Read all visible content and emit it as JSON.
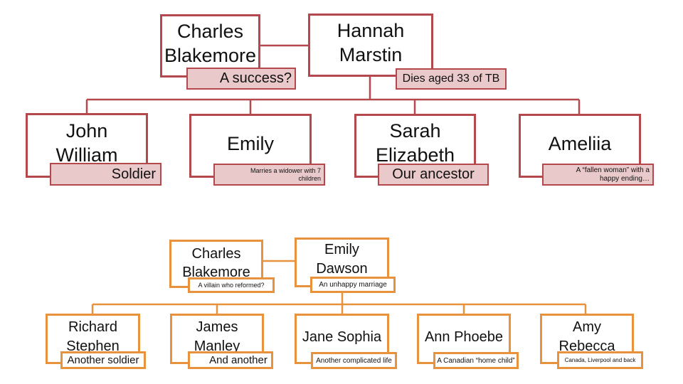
{
  "colors": {
    "red": "#b5484c",
    "red_fill": "#e9c9c9",
    "orange": "#e8923e"
  },
  "top_family": {
    "parents": [
      {
        "name": "Charles\nBlakemore",
        "note": "A success?"
      },
      {
        "name": "Hannah\nMarstin",
        "note": "Dies aged 33 of TB"
      }
    ],
    "children": [
      {
        "name": "John\nWilliam",
        "note": "Soldier"
      },
      {
        "name": "Emily",
        "note": "Marries a widower with 7 children"
      },
      {
        "name": "Sarah\nElizabeth",
        "note": "Our ancestor"
      },
      {
        "name": "Ameliia",
        "note": "A “fallen woman” with a happy ending…"
      }
    ]
  },
  "bottom_family": {
    "parents": [
      {
        "name": "Charles\nBlakemore",
        "note": "A villain who reformed?"
      },
      {
        "name": "Emily\nDawson",
        "note": "An unhappy marriage"
      }
    ],
    "children": [
      {
        "name": "Richard\nStephen",
        "note": "Another soldier"
      },
      {
        "name": "James\nManley",
        "note": "And another"
      },
      {
        "name": "Jane Sophia",
        "note": "Another complicated life"
      },
      {
        "name": "Ann Phoebe",
        "note": "A Canadian “home child”"
      },
      {
        "name": "Amy\nRebecca",
        "note": "Canada,  Liverpool and back"
      }
    ]
  }
}
